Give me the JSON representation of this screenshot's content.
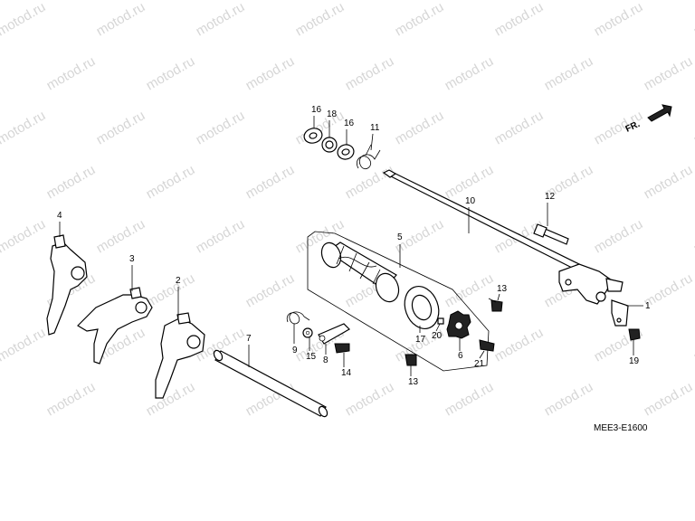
{
  "watermark": "motod.ru",
  "diagram_code": "MEE3-E1600",
  "direction_marker": "FR.",
  "callouts": [
    "1",
    "2",
    "3",
    "4",
    "5",
    "6",
    "7",
    "8",
    "9",
    "10",
    "11",
    "12",
    "13",
    "13",
    "14",
    "15",
    "16",
    "16",
    "17",
    "18",
    "19",
    "20",
    "21"
  ]
}
